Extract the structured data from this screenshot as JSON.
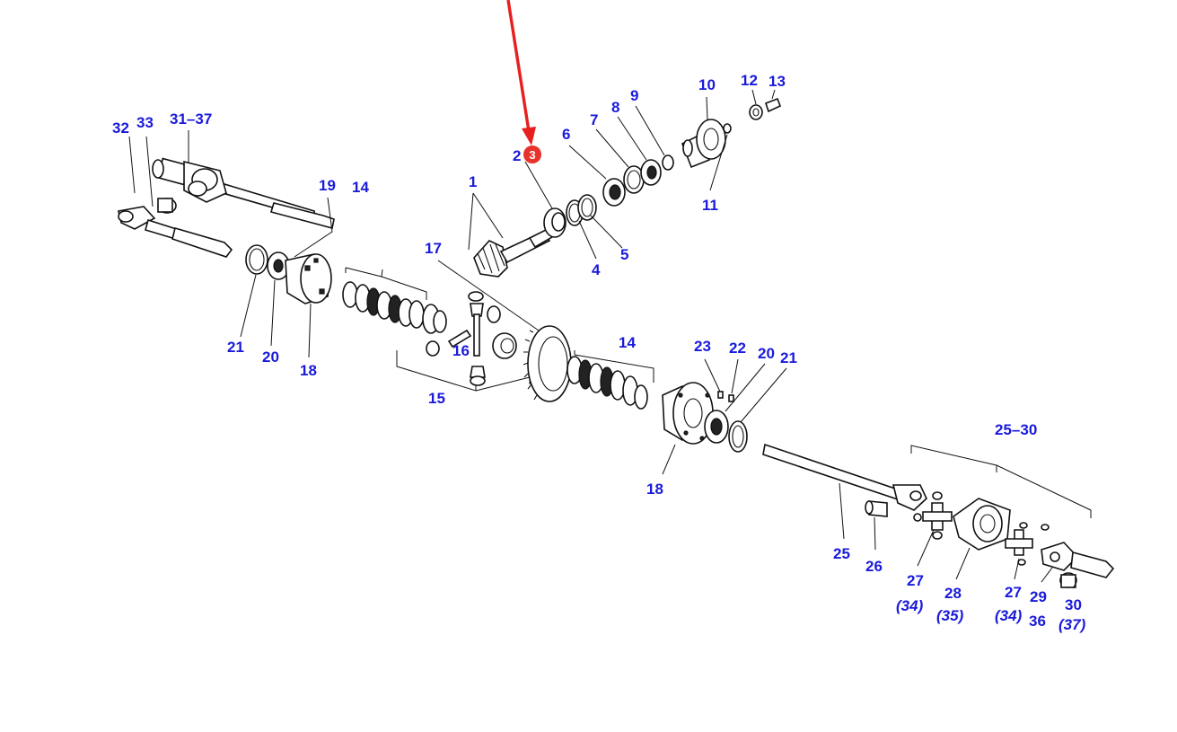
{
  "marker": {
    "label": "3",
    "color": "#e8322c"
  },
  "arrow_color": "#e81f1f",
  "label_color": "#1a1adb",
  "callouts": {
    "c32": "32",
    "c33": "33",
    "c31_37": "31–37",
    "c19": "19",
    "c14a": "14",
    "c21a": "21",
    "c20a": "20",
    "c18a": "18",
    "c1": "1",
    "c2": "2",
    "c6": "6",
    "c7": "7",
    "c8": "8",
    "c9": "9",
    "c10": "10",
    "c11": "11",
    "c12": "12",
    "c13": "13",
    "c4": "4",
    "c5": "5",
    "c17": "17",
    "c16": "16",
    "c15": "15",
    "c14b": "14",
    "c23": "23",
    "c22": "22",
    "c20b": "20",
    "c21b": "21",
    "c18b": "18",
    "c25_30": "25–30",
    "c25": "25",
    "c26": "26",
    "c27a": "27",
    "c34a": "(34)",
    "c28": "28",
    "c35": "(35)",
    "c27b": "27",
    "c34b": "(34)",
    "c36": "36",
    "c29": "29",
    "c30": "30",
    "c37": "(37)"
  }
}
